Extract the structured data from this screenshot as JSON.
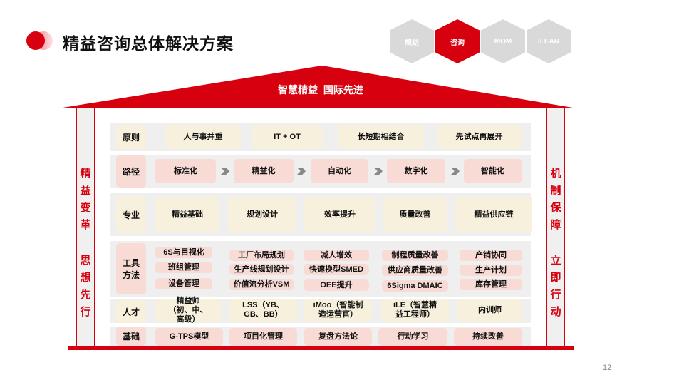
{
  "header": {
    "title": "精益咨询总体解决方案"
  },
  "nav": [
    {
      "label": "规划",
      "active": false
    },
    {
      "label": "咨询",
      "active": true
    },
    {
      "label": "MOM",
      "active": false
    },
    {
      "label": "iLEAN",
      "active": false
    }
  ],
  "roof": {
    "text": "智慧精益  国际先进"
  },
  "left_pillar": {
    "top": [
      "精",
      "益",
      "变",
      "革"
    ],
    "bottom": [
      "思",
      "想",
      "先",
      "行"
    ]
  },
  "right_pillar": {
    "top": [
      "机",
      "制",
      "保",
      "障"
    ],
    "bottom": [
      "立",
      "即",
      "行",
      "动"
    ]
  },
  "rows": {
    "principle": {
      "label": "原则",
      "items": [
        "人与事并重",
        "IT + OT",
        "长短期相结合",
        "先试点再展开"
      ]
    },
    "path": {
      "label": "路径",
      "items": [
        "标准化",
        "精益化",
        "自动化",
        "数字化",
        "智能化"
      ]
    },
    "specialty": {
      "label": "专业",
      "items": [
        "精益基础",
        "规划设计",
        "效率提升",
        "质量改善",
        "精益供应链"
      ]
    },
    "tools": {
      "label": "工具方法",
      "columns": [
        [
          "6S与目视化",
          "班组管理",
          "设备管理"
        ],
        [
          "工厂布局规划",
          "生产线规划设计",
          "价值流分析VSM"
        ],
        [
          "减人增效",
          "快速换型SMED",
          "OEE提升"
        ],
        [
          "制程质量改善",
          "供应商质量改善",
          "6Sigma DMAIC"
        ],
        [
          "产销协同",
          "生产计划",
          "库存管理"
        ]
      ]
    },
    "talent": {
      "label": "人才",
      "items": [
        "精益师（初、中、高级）",
        "LSS（YB、GB、BB）",
        "iMoo（智能制造运营官）",
        "iLE（智慧精益工程师）",
        "内训师"
      ]
    },
    "foundation": {
      "label": "基础",
      "items": [
        "G-TPS模型",
        "项目化管理",
        "复盘方法论",
        "行动学习",
        "持续改善"
      ]
    }
  },
  "colors": {
    "accent": "#d7000f",
    "cream": "#f7f0dc",
    "pink": "#f9dbd6",
    "row_bg": "#efefef"
  },
  "page_number": "12"
}
